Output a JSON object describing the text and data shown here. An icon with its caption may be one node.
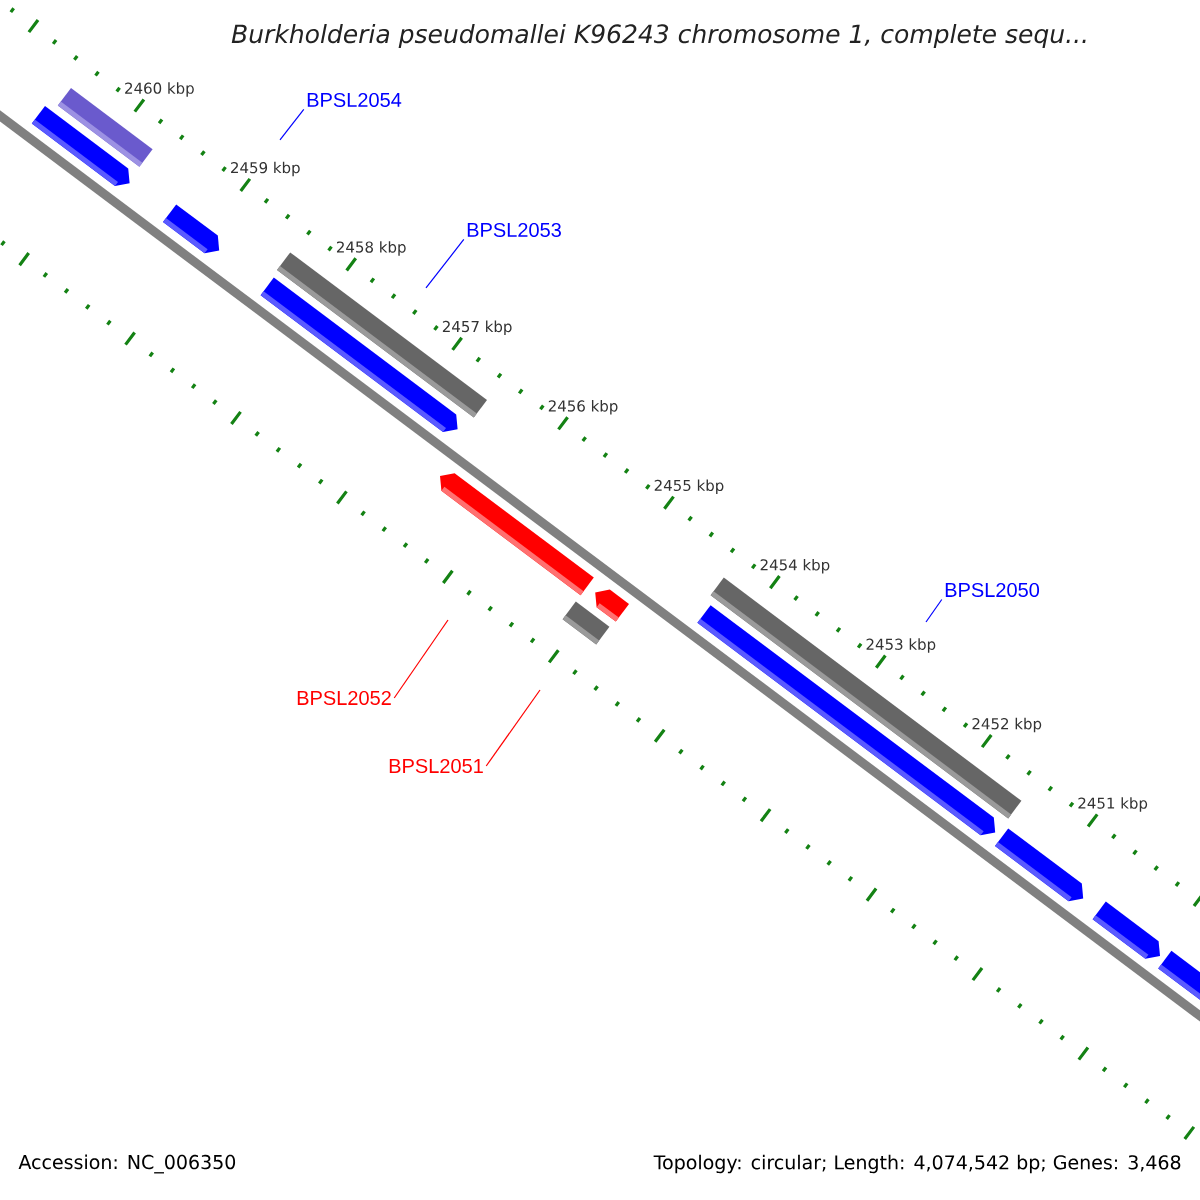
{
  "diagram": {
    "title": "Burkholderia pseudomallei K96243 chromosome 1, complete sequ...",
    "nodes": [
      {
        "text": [],
        "shape": "bar"
      },
      {
        "text": [],
        "shape": "arrow"
      },
      {
        "text": [],
        "shape": "arrow"
      },
      {
        "text": [],
        "shape": "bar"
      },
      {
        "text": [],
        "shape": "arrow"
      },
      {
        "text": [],
        "shape": "arrow"
      },
      {
        "text": [],
        "shape": "arrow"
      },
      {
        "text": [],
        "shape": "bar"
      },
      {
        "text": [],
        "shape": "bar"
      },
      {
        "text": [],
        "shape": "arrow"
      },
      {
        "text": [],
        "shape": "arrow"
      },
      {
        "text": [],
        "shape": "arrow"
      },
      {
        "text": [],
        "shape": "arrow"
      },
      {
        "text": [
          "BPSL2054"
        ]
      },
      {
        "text": [
          "BPSL2053"
        ]
      },
      {
        "text": [
          "BPSL2050"
        ]
      },
      {
        "text": [
          "BPSL2052"
        ]
      },
      {
        "text": [
          "BPSL2051"
        ]
      }
    ],
    "edges": [
      {
        "from": 13,
        "to": null,
        "arrow": "none"
      },
      {
        "from": 14,
        "to": null,
        "arrow": "none"
      },
      {
        "from": 15,
        "to": null,
        "arrow": "none"
      },
      {
        "from": 16,
        "to": null,
        "arrow": "none",
        "color": "#ff0000"
      },
      {
        "from": 17,
        "to": null,
        "arrow": "none",
        "color": "#ff0000"
      }
    ],
    "labels": [
      "2460 kbp",
      "2459 kbp",
      "2458 kbp",
      "2457 kbp",
      "2456 kbp",
      "2455 kbp",
      "2454 kbp",
      "2453 kbp",
      "2452 kbp",
      "2451 kbp",
      "Accession: NC_006350",
      "Topology: circular; Length: 4,074,542 bp; Genes: 3,468"
    ]
  }
}
